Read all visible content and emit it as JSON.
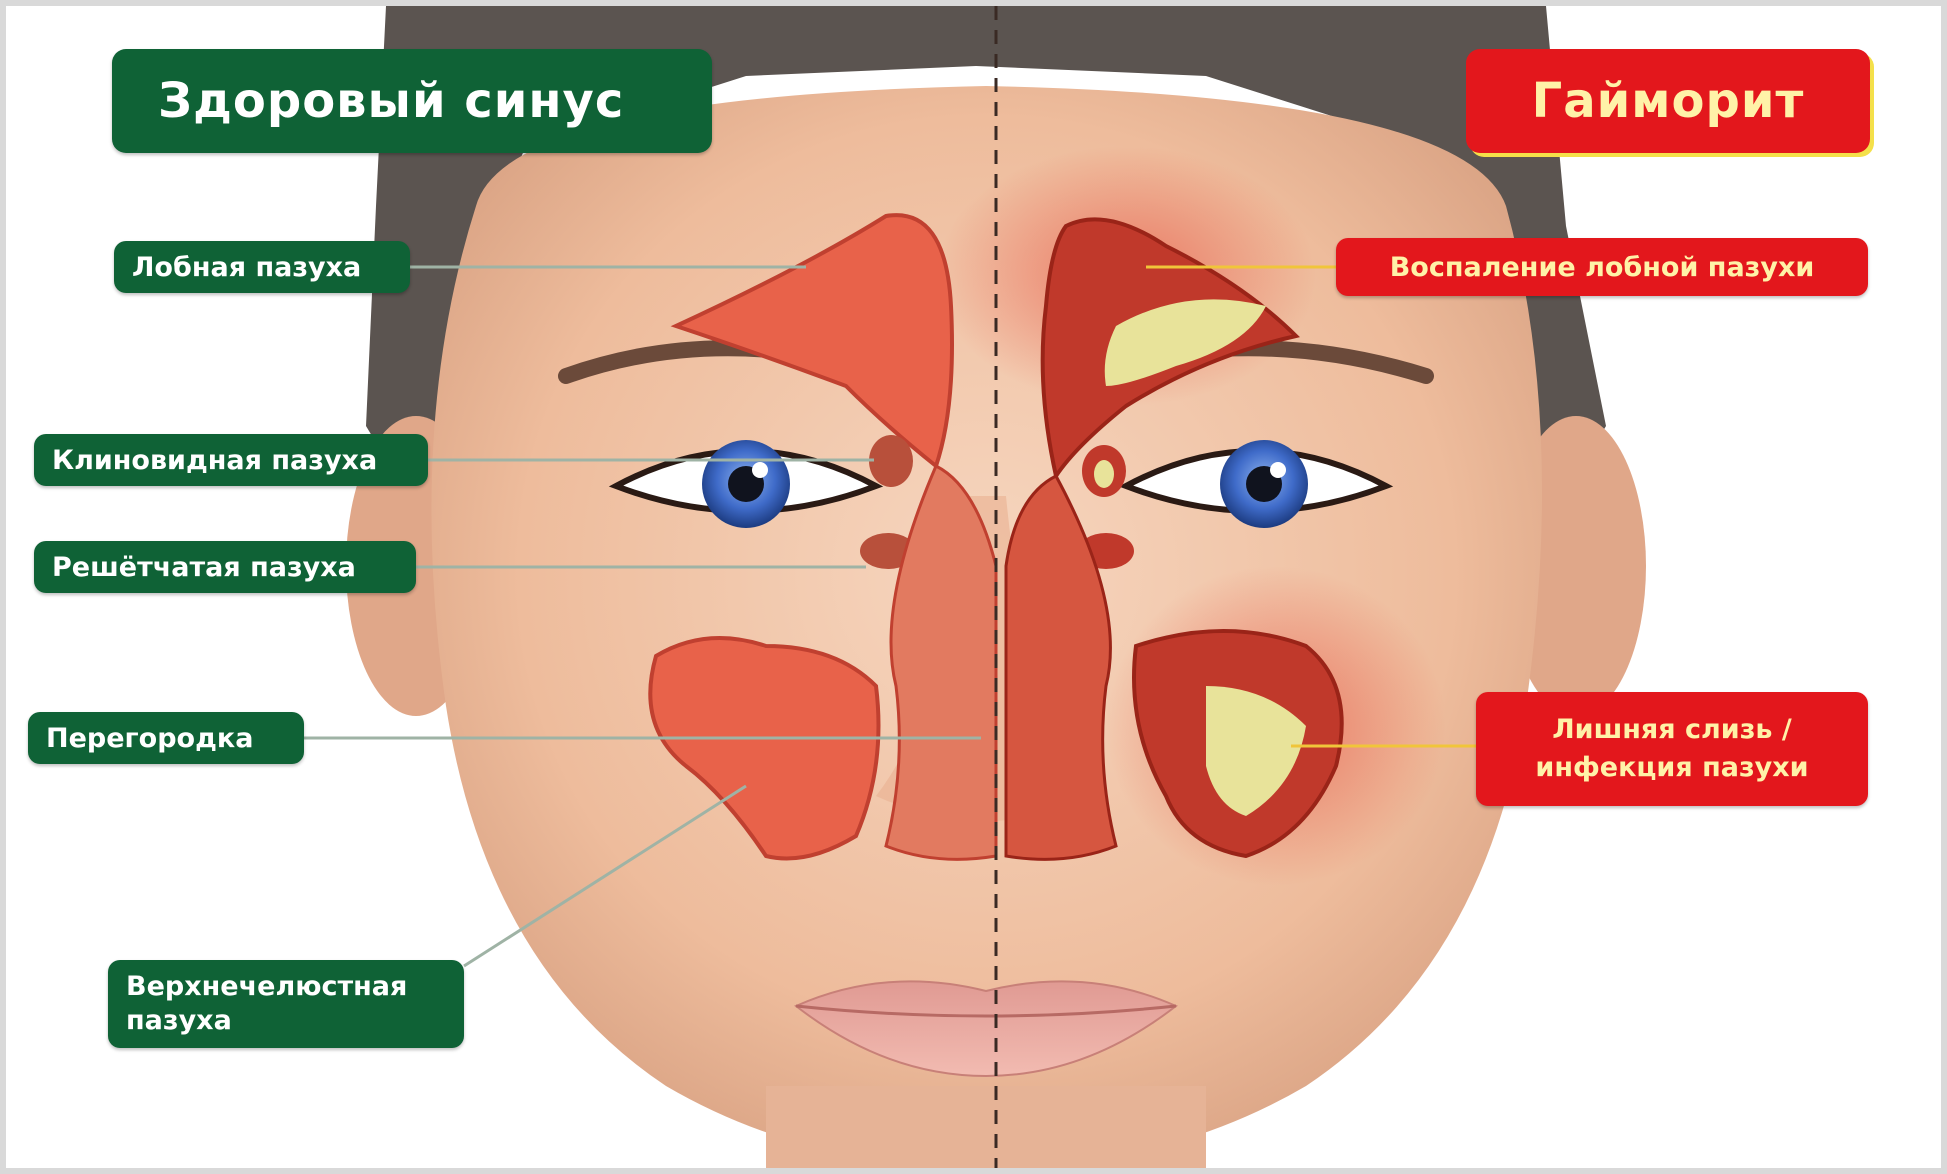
{
  "left_header": {
    "title": "Здоровый синус"
  },
  "right_header": {
    "title": "Гайморит"
  },
  "left_labels": {
    "frontal": "Лобная пазуха",
    "sphenoid": "Клиновидная пазуха",
    "ethmoid": "Решётчатая пазуха",
    "septum": "Перегородка",
    "maxillary_line1": "Верхнечелюстная",
    "maxillary_line2": "пазуха"
  },
  "right_labels": {
    "frontal_inflammation": "Воспаление лобной пазухи",
    "mucus_line1": "Лишняя слизь /",
    "mucus_line2": "инфекция пазухи"
  },
  "colors": {
    "green_label": "#0f6236",
    "red_label": "#e3171c",
    "red_label_text": "#fff2a8",
    "healthy_sinus": "#e8624a",
    "inflamed_sinus": "#c0392b",
    "mucus": "#e8e39a",
    "skin": "#f2c9ad"
  }
}
